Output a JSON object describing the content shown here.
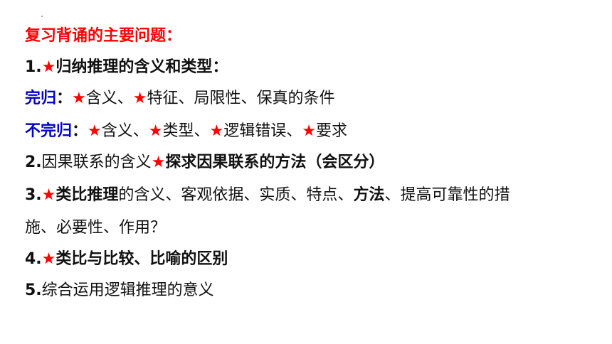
{
  "title": "复习背诵的主要问题：",
  "items": {
    "l1": {
      "num": "1.",
      "text": "归纳推理的含义和类型："
    },
    "l2": {
      "label": "完归",
      "colon": "：",
      "a": "含义、",
      "b": "特征、局限性、保真的条件"
    },
    "l3": {
      "label": "不完归",
      "colon": "：",
      "a": "含义、",
      "b": "类型、",
      "c": "逻辑错误、",
      "d": "要求"
    },
    "l4": {
      "num": "2.",
      "a": "因果联系的含义",
      "b": "探求因果联系的方法（会区分）"
    },
    "l5": {
      "num": "3.",
      "a": "类比推理",
      "b": "的含义、客观依据、实质、特点、",
      "c": "方法",
      "d": "、提高可靠性的措"
    },
    "l6": {
      "text": "施、必要性、作用？"
    },
    "l7": {
      "num": "4.",
      "text": "类比与比较、比喻的区别"
    },
    "l8": {
      "num": "5.",
      "text": "综合运用逻辑推理的意义"
    }
  },
  "icons": {
    "star": "★",
    "star_color": "#ff0000"
  },
  "colors": {
    "title": "#ff0000",
    "label_blue": "#0000cc"
  }
}
